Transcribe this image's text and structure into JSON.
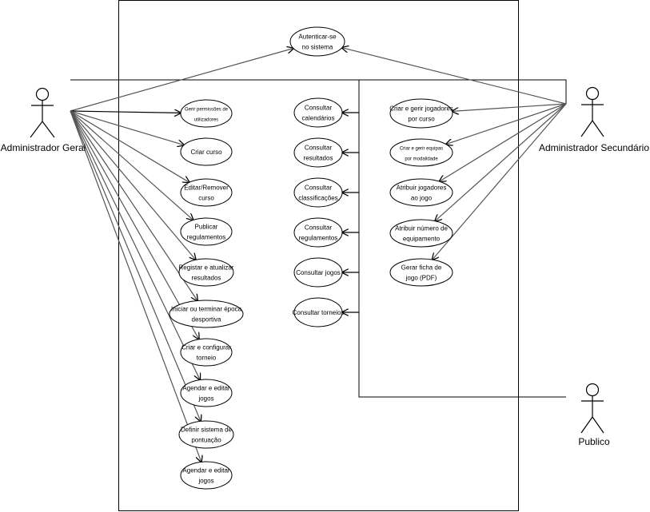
{
  "actors": {
    "admin_geral": "Administrador Geral",
    "admin_secundario": "Administrador Secundário",
    "publico": "Publico"
  },
  "use_cases": {
    "autenticar": [
      "Autenticar-se",
      "no sistema"
    ],
    "gerir_permissoes": [
      "Gerir permissões de",
      "utilizadores"
    ],
    "criar_curso": [
      "Criar curso"
    ],
    "editar_curso": [
      "Editar/Remover",
      "curso"
    ],
    "publicar_regulamentos": [
      "Publicar",
      "regulamentos"
    ],
    "registar_resultados": [
      "Registar e atualizar",
      "resultados"
    ],
    "iniciar_epoca": [
      "Iniciar ou terminar época",
      "desportiva"
    ],
    "criar_torneio": [
      "Criar e configurar",
      "torneio"
    ],
    "agendar_jogos_1": [
      "Agendar e editar",
      "jogos"
    ],
    "definir_pontuacao": [
      "Definir sistema de",
      "pontuação"
    ],
    "agendar_jogos_2": [
      "Agendar e editar",
      "jogos"
    ],
    "consultar_calendarios": [
      "Consultar",
      "calendários"
    ],
    "consultar_resultados": [
      "Consultar",
      "resultados"
    ],
    "consultar_classificacoes": [
      "Consultar",
      "classificações"
    ],
    "consultar_regulamentos": [
      "Consultar",
      "regulamentos"
    ],
    "consultar_jogos": [
      "Consultar jogos"
    ],
    "consultar_torneios": [
      "Consultar torneios"
    ],
    "criar_jogadores": [
      "Criar e gerir jogadores",
      "por curso"
    ],
    "criar_equipas": [
      "Criar e gerir equipas",
      "por modalidade"
    ],
    "atribuir_jogadores": [
      "Atribuir jogadores",
      "ao jogo"
    ],
    "atribuir_numero": [
      "Atribuir número de",
      "equipamento"
    ],
    "gerar_ficha": [
      "Gerar ficha de",
      "jogo (PDF)"
    ]
  },
  "colors": {
    "stroke": "#000000",
    "edge": "#555555",
    "background": "#ffffff"
  }
}
